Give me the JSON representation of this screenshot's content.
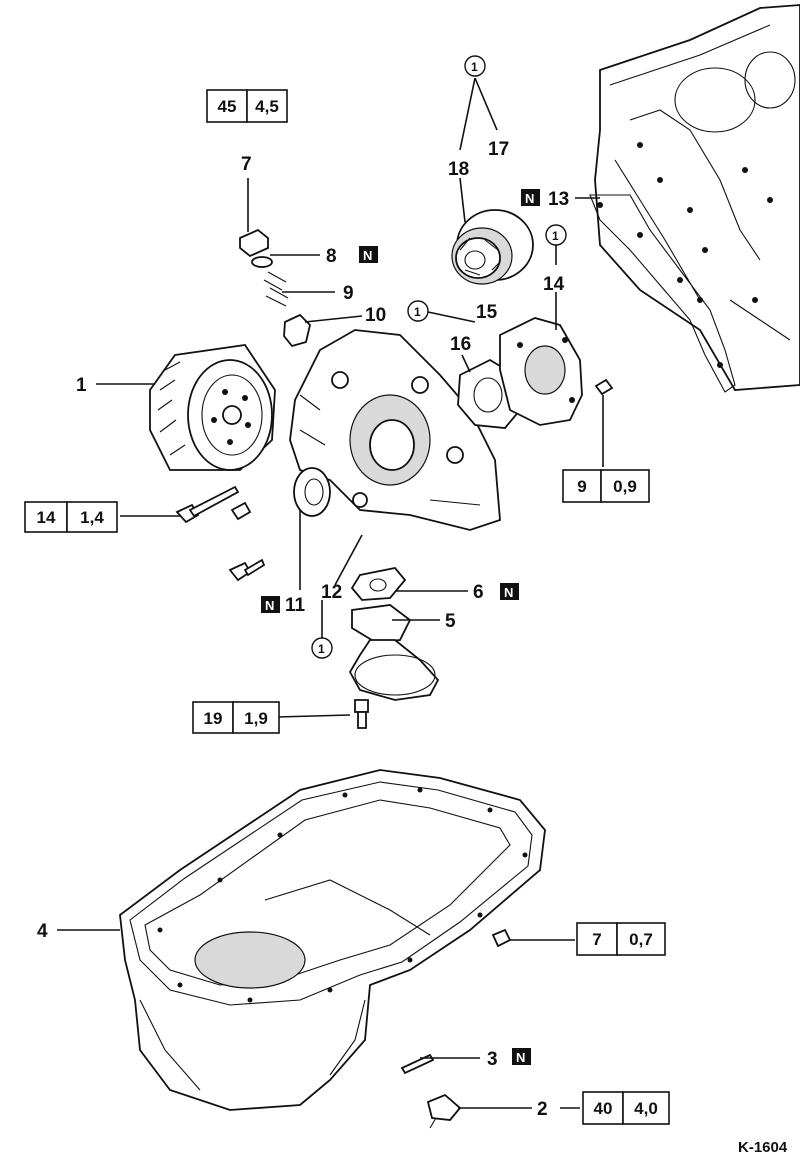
{
  "labels": {
    "p1": "1",
    "p2": "2",
    "p3": "3",
    "p4": "4",
    "p5": "5",
    "p6": "6",
    "p7": "7",
    "p8": "8",
    "p9": "9",
    "p10": "10",
    "p11": "11",
    "p12": "12",
    "p13": "13",
    "p14": "14",
    "p15": "15",
    "p16": "16",
    "p17": "17",
    "p18": "18"
  },
  "circle_marks": {
    "top17_18": "1",
    "p15": "1",
    "p14": "1",
    "p12": "1"
  },
  "new_part_mark": "N",
  "torque_boxes": {
    "t7": {
      "nm": "45",
      "kgm": "4,5"
    },
    "t_bolt_front": {
      "nm": "14",
      "kgm": "1,4"
    },
    "t_bolt_rear": {
      "nm": "9",
      "kgm": "0,9"
    },
    "t_strainer": {
      "nm": "19",
      "kgm": "1,9"
    },
    "t_pan": {
      "nm": "7",
      "kgm": "0,7"
    },
    "t_drain": {
      "nm": "40",
      "kgm": "4,0"
    }
  },
  "reference": "K-1604"
}
